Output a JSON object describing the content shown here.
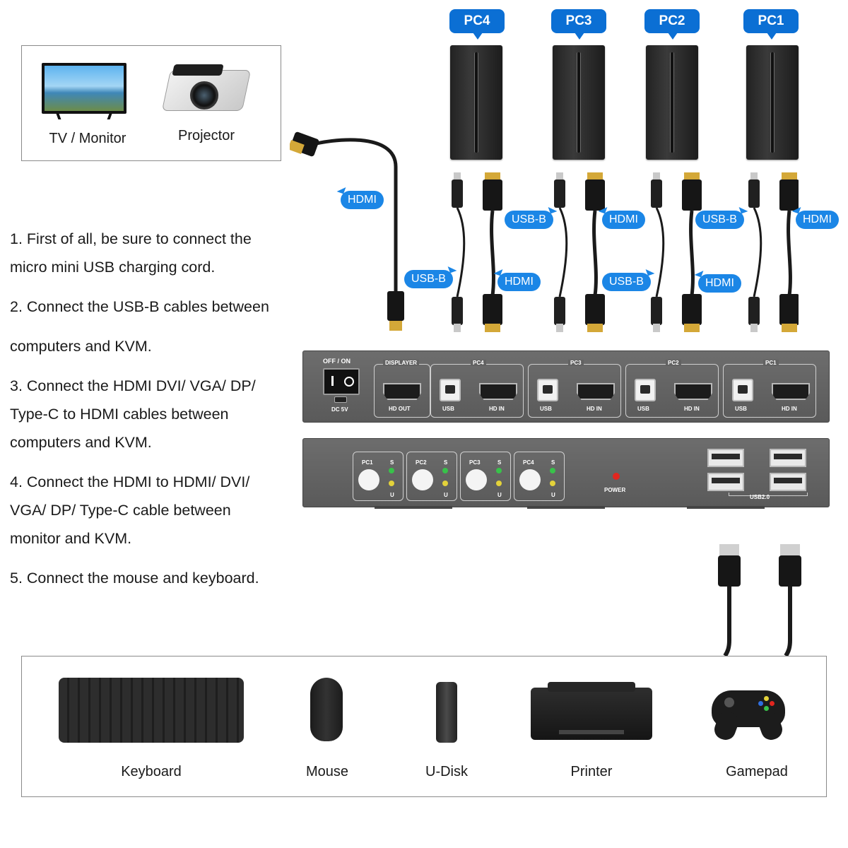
{
  "displays": {
    "tv_label": "TV / Monitor",
    "projector_label": "Projector"
  },
  "steps": [
    " 1. First of all, be sure to connect the",
    "micro mini USB charging cord.",
    "2. Connect the USB-B cables between",
    "computers and KVM.",
    "3. Connect the HDMI DVI/ VGA/ DP/",
    "Type-C to HDMI cables between",
    "computers and KVM.",
    "4. Connect the HDMI to HDMI/ DVI/",
    "VGA/ DP/ Type-C cable between",
    "monitor and KVM.",
    "5. Connect the mouse and keyboard."
  ],
  "computers": [
    "PC4",
    "PC3",
    "PC2",
    "PC1"
  ],
  "cable_tags": {
    "hdmi": "HDMI",
    "usb_b": "USB-B"
  },
  "kvm_back": {
    "power_switch_label": "OFF / ON",
    "dc_label": "DC 5V",
    "displayer_label": "DISPLAYER",
    "hd_out_label": "HD OUT",
    "groups": [
      "PC4",
      "PC3",
      "PC2",
      "PC1"
    ],
    "usb_label": "USB",
    "hd_in_label": "HD IN"
  },
  "kvm_front": {
    "buttons": [
      "PC1",
      "PC2",
      "PC3",
      "PC4"
    ],
    "s_label": "S",
    "u_label": "U",
    "power_label": "POWER",
    "usb2_label": "USB2.0",
    "colors": {
      "led_green": "#38c24a",
      "led_yellow": "#e3d23a",
      "led_red": "#e2261f"
    }
  },
  "peripherals": [
    "Keyboard",
    "Mouse",
    "U-Disk",
    "Printer",
    "Gamepad"
  ],
  "colors": {
    "badge": "#0b6fd4",
    "tag": "#1b86e6"
  }
}
